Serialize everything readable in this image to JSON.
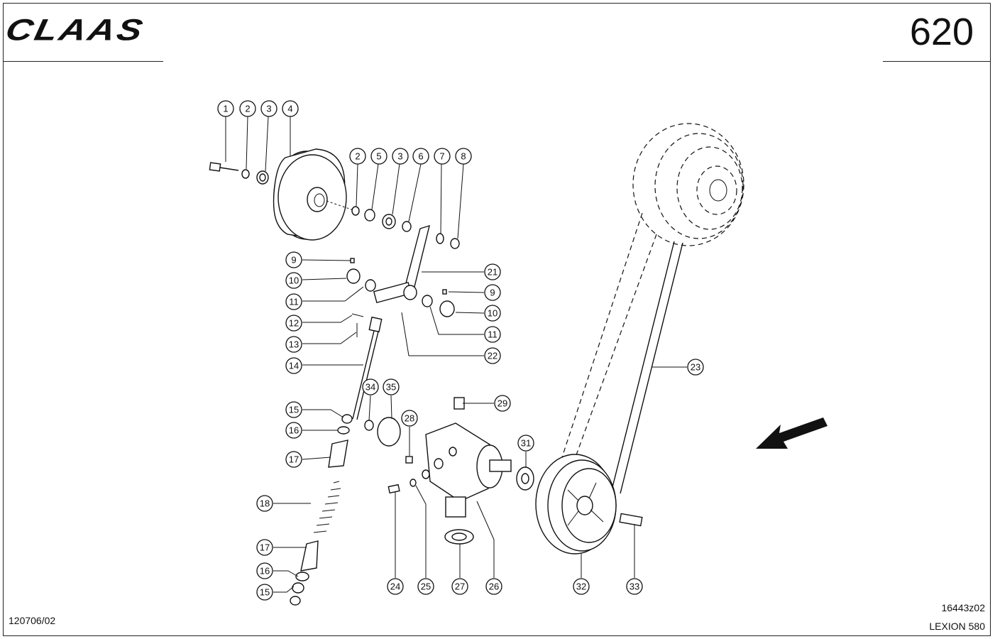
{
  "header": {
    "brand": "CLAAS",
    "page_number": "620"
  },
  "footer": {
    "doc_code": "120706/02",
    "drawing_id": "16443z02",
    "model": "LEXION 580"
  },
  "callouts": [
    {
      "label": "1"
    },
    {
      "label": "2"
    },
    {
      "label": "3"
    },
    {
      "label": "4"
    },
    {
      "label": "2"
    },
    {
      "label": "5"
    },
    {
      "label": "3"
    },
    {
      "label": "6"
    },
    {
      "label": "7"
    },
    {
      "label": "8"
    },
    {
      "label": "9"
    },
    {
      "label": "10"
    },
    {
      "label": "11"
    },
    {
      "label": "12"
    },
    {
      "label": "13"
    },
    {
      "label": "14"
    },
    {
      "label": "21"
    },
    {
      "label": "9"
    },
    {
      "label": "10"
    },
    {
      "label": "11"
    },
    {
      "label": "22"
    },
    {
      "label": "34"
    },
    {
      "label": "35"
    },
    {
      "label": "28"
    },
    {
      "label": "29"
    },
    {
      "label": "31"
    },
    {
      "label": "15"
    },
    {
      "label": "16"
    },
    {
      "label": "17"
    },
    {
      "label": "18"
    },
    {
      "label": "17"
    },
    {
      "label": "16"
    },
    {
      "label": "15"
    },
    {
      "label": "24"
    },
    {
      "label": "25"
    },
    {
      "label": "27"
    },
    {
      "label": "26"
    },
    {
      "label": "32"
    },
    {
      "label": "33"
    },
    {
      "label": "23"
    }
  ]
}
